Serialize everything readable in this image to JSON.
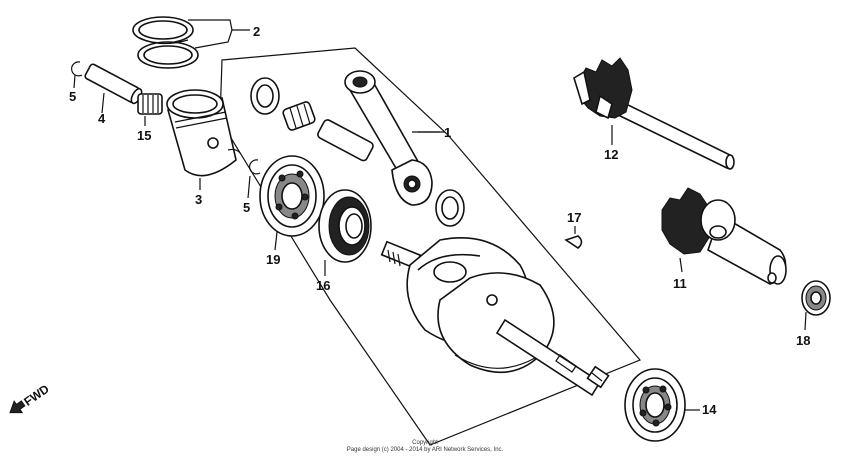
{
  "callouts": {
    "c1": "1",
    "c2": "2",
    "c3": "3",
    "c4": "4",
    "c5a": "5",
    "c5b": "5",
    "c11": "11",
    "c12": "12",
    "c14": "14",
    "c15": "15",
    "c16": "16",
    "c17": "17",
    "c18": "18",
    "c19": "19"
  },
  "direction": {
    "label": "FWD",
    "icon": "forward-arrow-icon"
  },
  "copyright": {
    "line1": "Copyright",
    "line2": "Page design (c) 2004 - 2014 by ARI Network Services, Inc."
  }
}
